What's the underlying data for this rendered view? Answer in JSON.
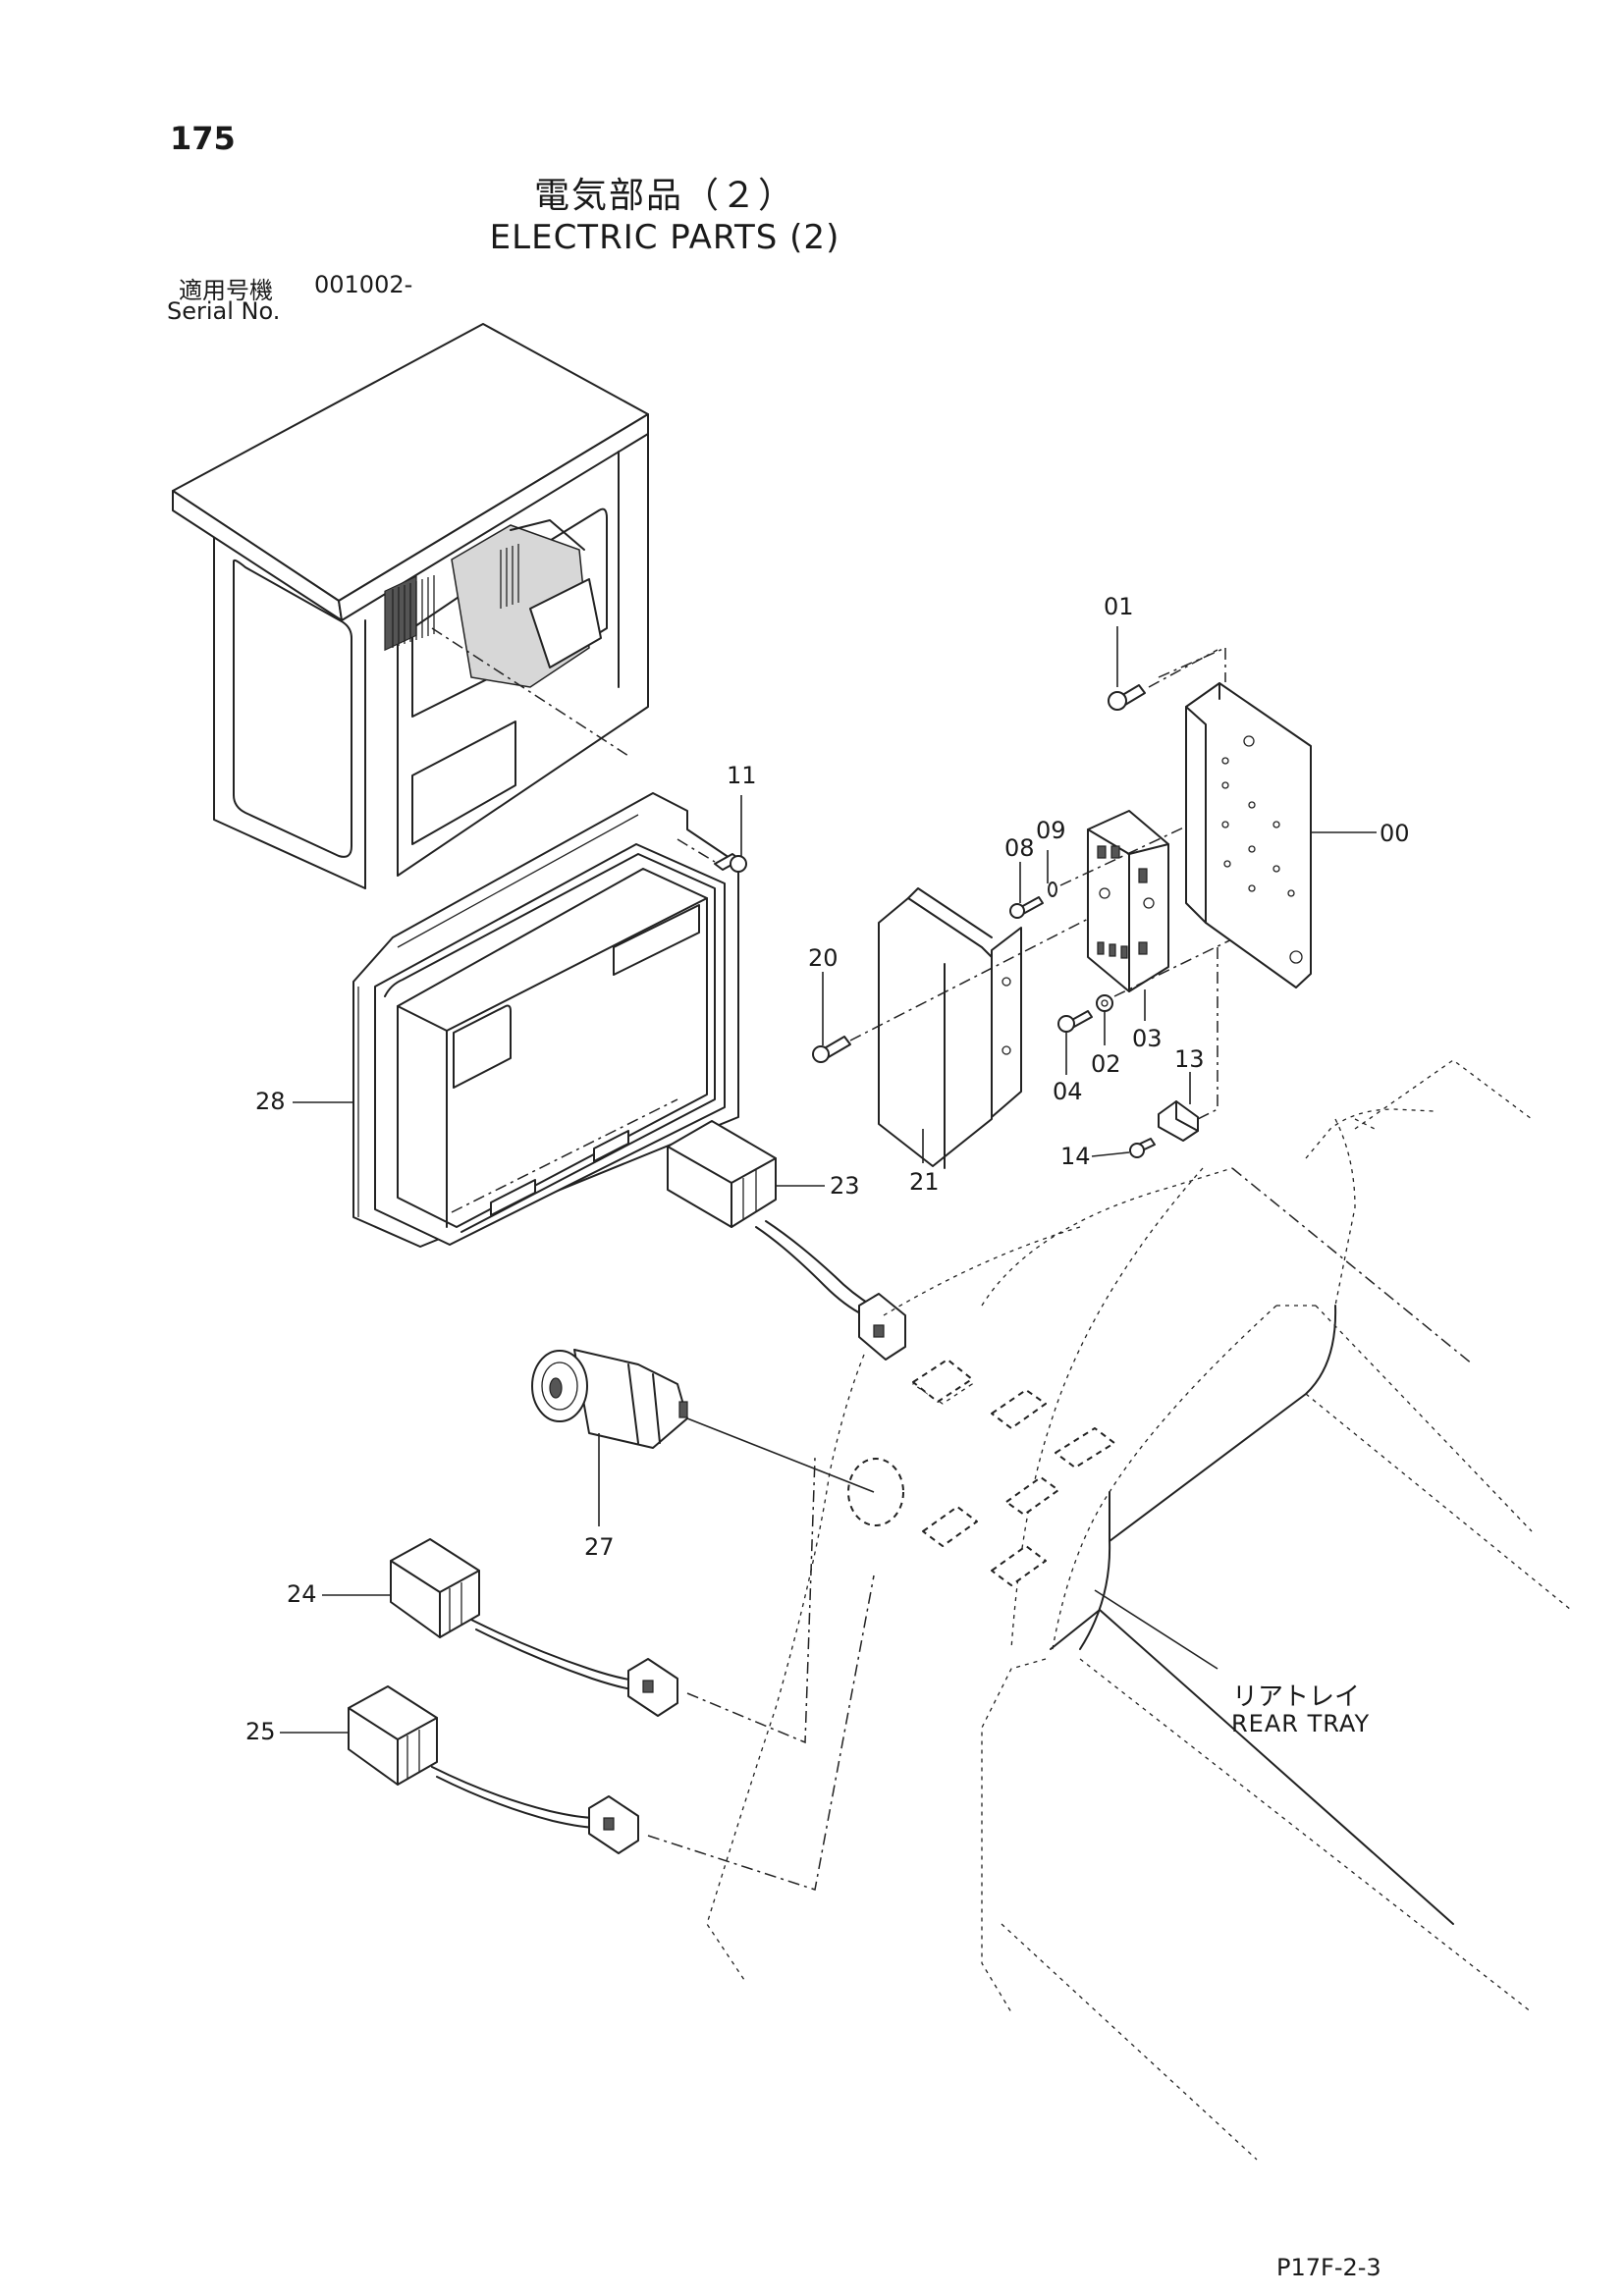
{
  "page_number": "175",
  "title_ja": "電気部品（２）",
  "title_en": "ELECTRIC PARTS (2)",
  "serial_label_ja": "適用号機",
  "serial_number": "001002-",
  "serial_label_en": "Serial No.",
  "rear_tray_ja": "リアトレイ",
  "rear_tray_en": "REAR TRAY",
  "page_code": "P17F-2-3",
  "callouts": [
    "00",
    "01",
    "02",
    "03",
    "04",
    "08",
    "09",
    "11",
    "13",
    "14",
    "20",
    "21",
    "23",
    "24",
    "25",
    "27",
    "28"
  ]
}
